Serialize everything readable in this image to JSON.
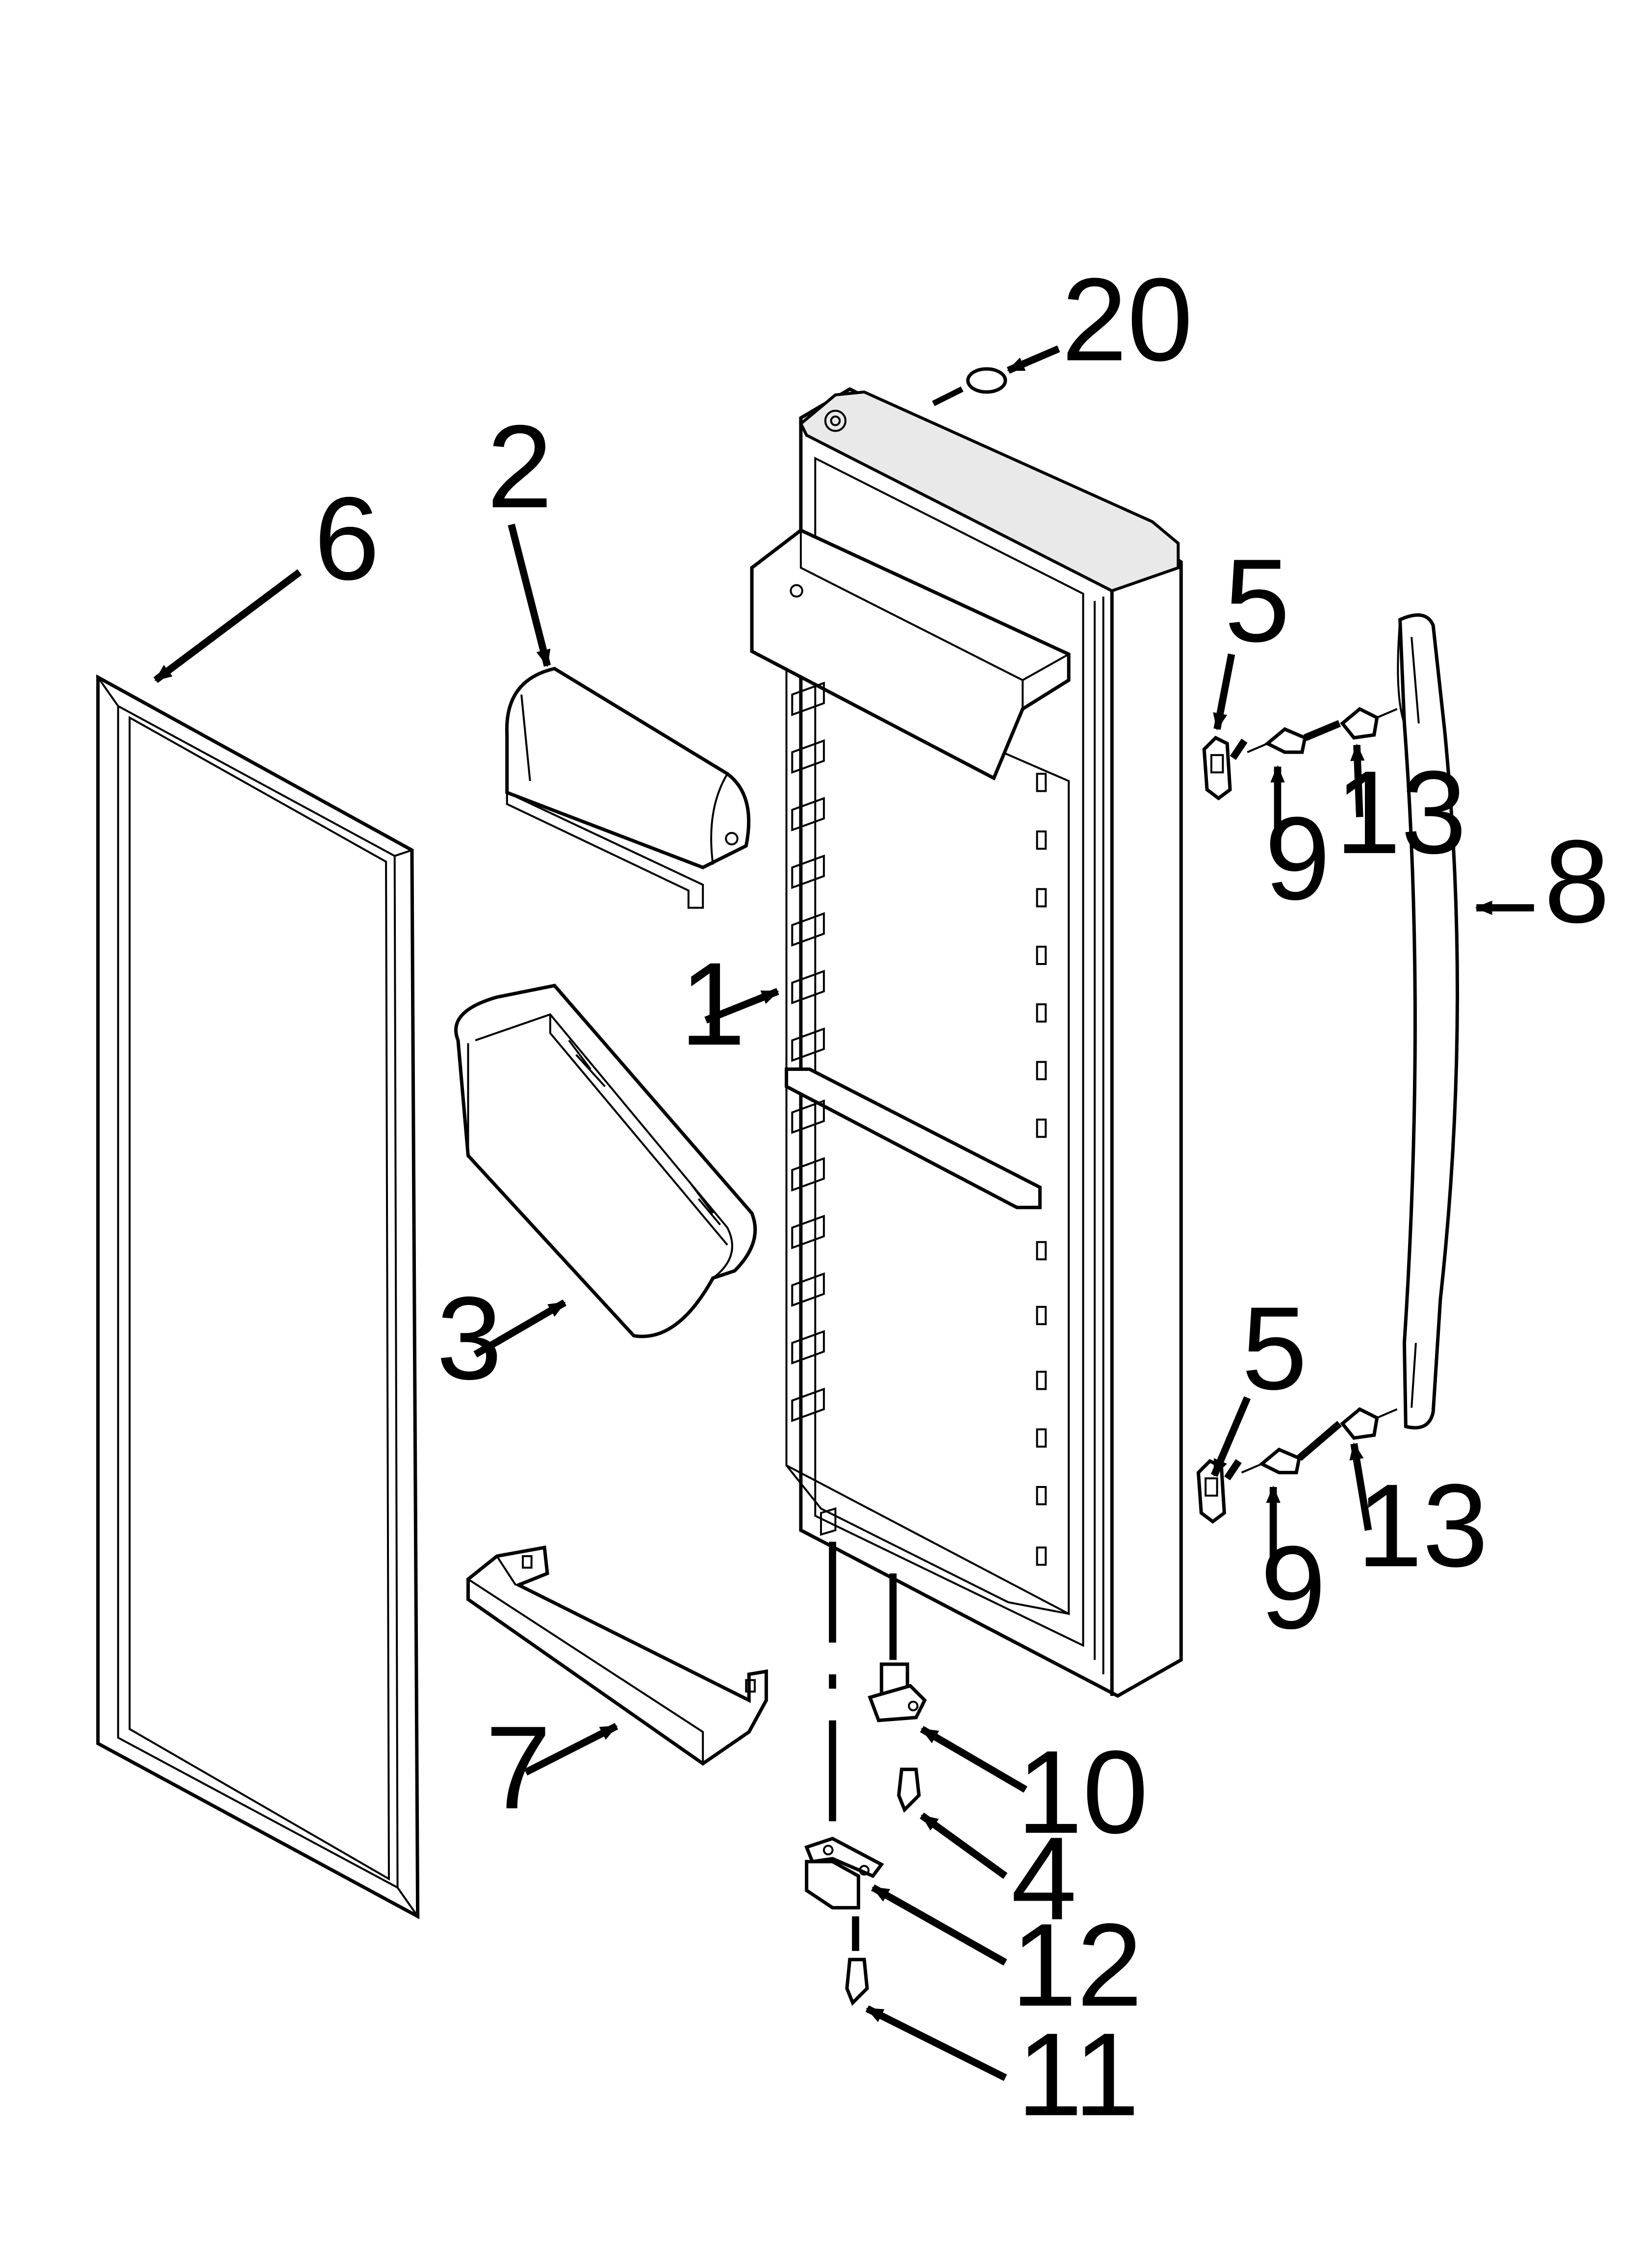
{
  "callouts": [
    {
      "id": "c20",
      "label": "20"
    },
    {
      "id": "c2",
      "label": "2"
    },
    {
      "id": "c6",
      "label": "6"
    },
    {
      "id": "c5a",
      "label": "5"
    },
    {
      "id": "c13a",
      "label": "13"
    },
    {
      "id": "c9a",
      "label": "9"
    },
    {
      "id": "c8",
      "label": "8"
    },
    {
      "id": "c1",
      "label": "1"
    },
    {
      "id": "c3",
      "label": "3"
    },
    {
      "id": "c5b",
      "label": "5"
    },
    {
      "id": "c13b",
      "label": "13"
    },
    {
      "id": "c9b",
      "label": "9"
    },
    {
      "id": "c7",
      "label": "7"
    },
    {
      "id": "c10",
      "label": "10"
    },
    {
      "id": "c4",
      "label": "4"
    },
    {
      "id": "c12",
      "label": "12"
    },
    {
      "id": "c11",
      "label": "11"
    }
  ]
}
